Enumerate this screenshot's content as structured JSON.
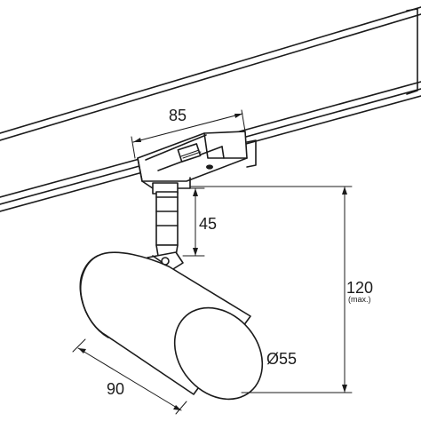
{
  "dimensions": {
    "adapter_width": "85",
    "stem_height": "45",
    "total_height": "120",
    "total_height_note": "(max.)",
    "diameter": "Ø55",
    "body_length": "90"
  }
}
